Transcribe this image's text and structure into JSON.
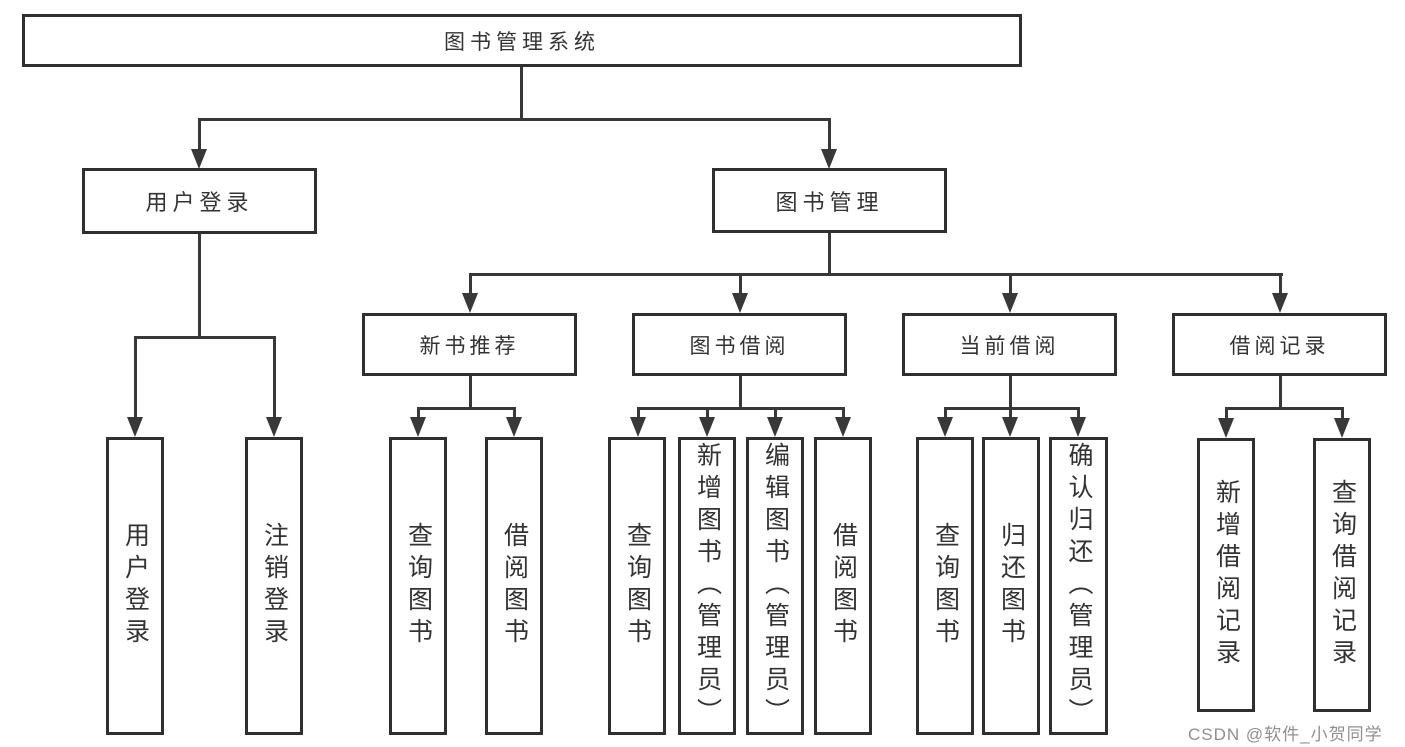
{
  "diagram": {
    "root": {
      "label": "图书管理系统"
    },
    "level2": [
      "用户登录",
      "图书管理"
    ],
    "level3": [
      "新书推荐",
      "图书借阅",
      "当前借阅",
      "借阅记录"
    ],
    "leaves": {
      "user_login": [
        "用户登录",
        "注销登录"
      ],
      "new_book_recommend": [
        "查询图书",
        "借阅图书"
      ],
      "book_borrow": [
        "查询图书",
        "新增图书（管理员）",
        "编辑图书（管理员）",
        "借阅图书"
      ],
      "current_borrow": [
        "查询图书",
        "归还图书",
        "确认归还（管理员）"
      ],
      "borrow_records": [
        "新增借阅记录",
        "查询借阅记录"
      ]
    }
  },
  "watermark": {
    "text": "CSDN @软件_小贺同学"
  },
  "colors": {
    "line": "#383838",
    "box_border": "#2f2f2f",
    "text": "#333333",
    "watermark": "#8f8f8f",
    "background": "#ffffff"
  }
}
